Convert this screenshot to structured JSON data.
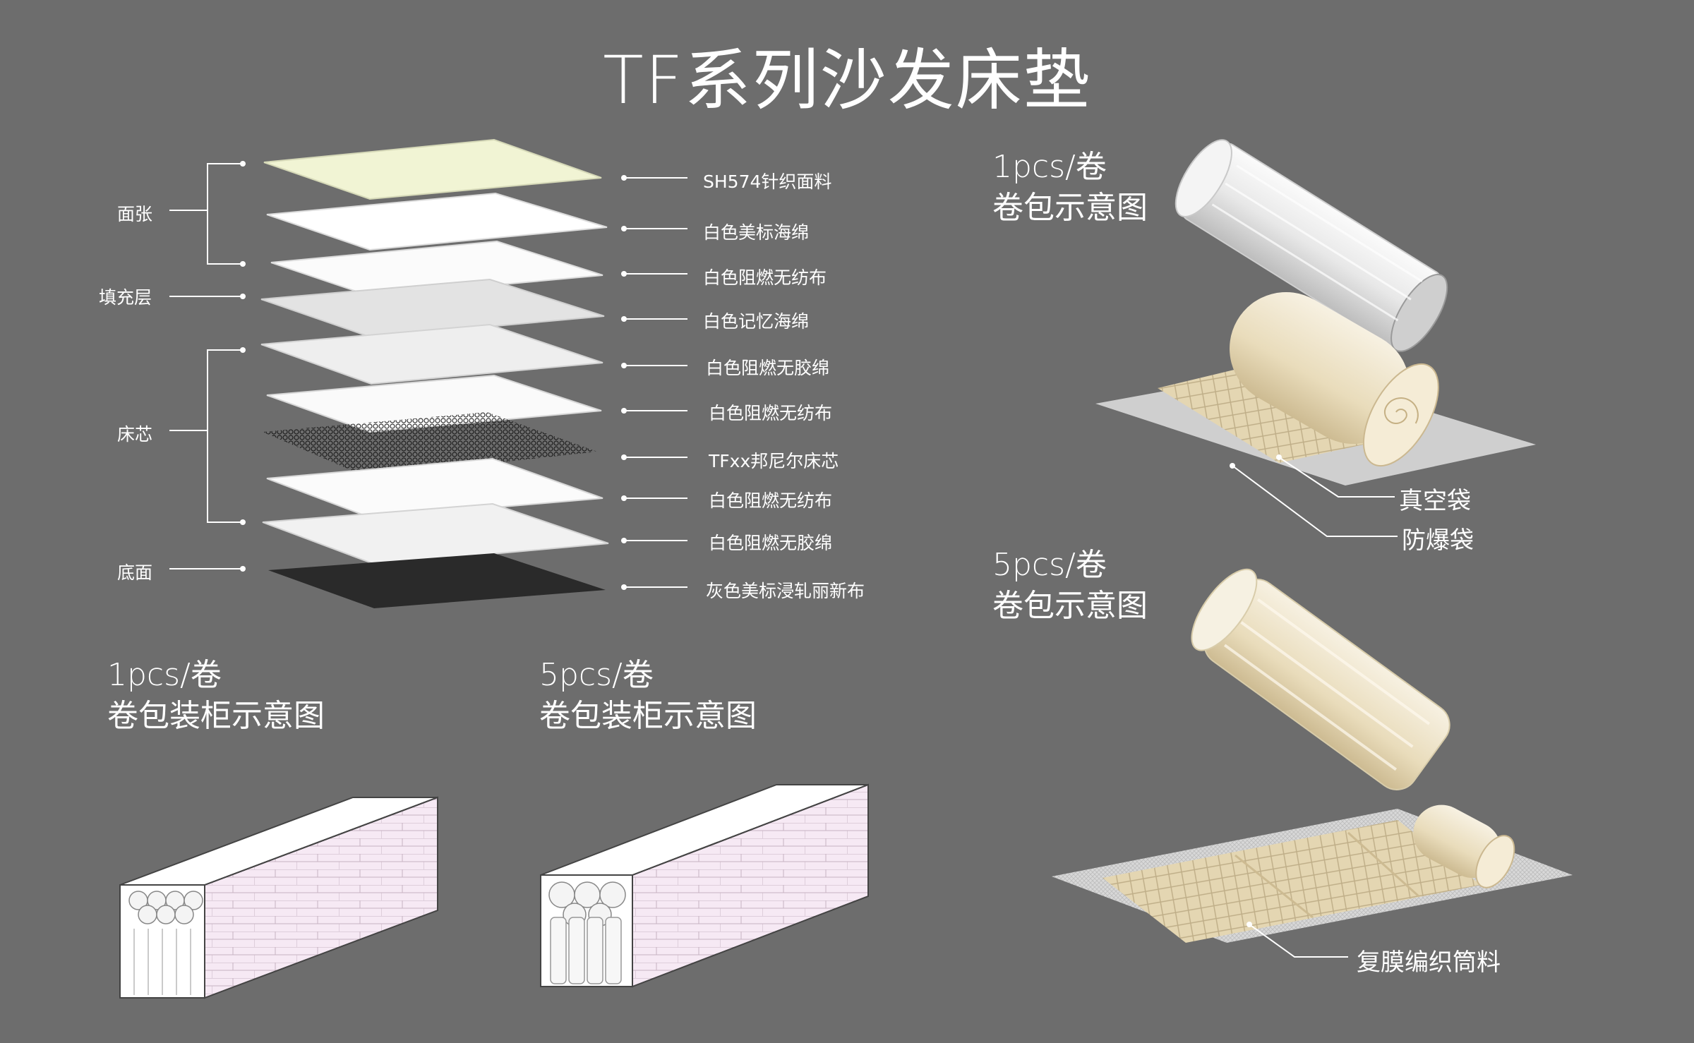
{
  "title": "TF系列沙发床垫",
  "groups": {
    "face": "面张",
    "fill": "填充层",
    "core": "床芯",
    "bottom": "底面"
  },
  "layers": [
    "SH574针织面料",
    "白色美标海绵",
    "白色阻燃无纺布",
    "白色记忆海绵",
    "白色阻燃无胶绵",
    "白色阻燃无纺布",
    "TFxx邦尼尔床芯",
    "白色阻燃无纺布",
    "白色阻燃无胶绵",
    "灰色美标浸轧丽新布"
  ],
  "captions": {
    "roll1": {
      "line1": "1pcs/卷",
      "line2": "卷包示意图"
    },
    "roll5": {
      "line1": "5pcs/卷",
      "line2": "卷包示意图"
    },
    "cab1": {
      "line1": "1pcs/卷",
      "line2": "卷包装柜示意图"
    },
    "cab5": {
      "line1": "5pcs/卷",
      "line2": "卷包装柜示意图"
    }
  },
  "callouts": {
    "vacuum": "真空袋",
    "explosion": "防爆袋",
    "woven": "复膜编织筒料"
  },
  "colors": {
    "background": "#6d6d6d",
    "fabric_top": "#f1f4d4",
    "white_layer": "#ffffff",
    "bottom_fabric": "#2a2a2a",
    "roll_beige": "#ece2c6"
  }
}
